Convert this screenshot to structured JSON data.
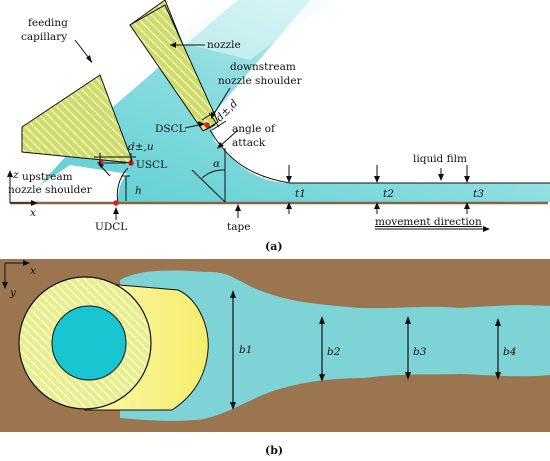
{
  "panel_a": {
    "caption": "(a)",
    "labels": {
      "feeding_capillary_1": "feeding",
      "feeding_capillary_2": "capillary",
      "nozzle": "nozzle",
      "downstream_1": "downstream",
      "downstream_2": "nozzle shoulder",
      "dscl": "DSCL",
      "angle_1": "angle of",
      "angle_2": "attack",
      "alpha": "α",
      "d_d": "d±,d",
      "d_u": "d±,u",
      "uscl": "USCL",
      "upstream_1": "upstream",
      "upstream_2": "nozzle shoulder",
      "h": "h",
      "udcl": "UDCL",
      "tape": "tape",
      "liquid_film": "liquid film",
      "t1": "t1",
      "t2": "t2",
      "t3": "t3",
      "movement": "movement direction",
      "axis_z": "z",
      "axis_x": "x"
    }
  },
  "panel_b": {
    "caption": "(b)",
    "labels": {
      "axis_x": "x",
      "axis_y": "y",
      "b1": "b1",
      "b2": "b2",
      "b3": "b3",
      "b4": "b4"
    }
  },
  "colors": {
    "liquid": "#7dd3d6",
    "liquid_dark": "#3dc4c9",
    "tape": "#9b7450",
    "nozzle_fill": "#c8d65a",
    "capillary_yellow": "#f6f28a",
    "contact_red": "#e02020"
  }
}
